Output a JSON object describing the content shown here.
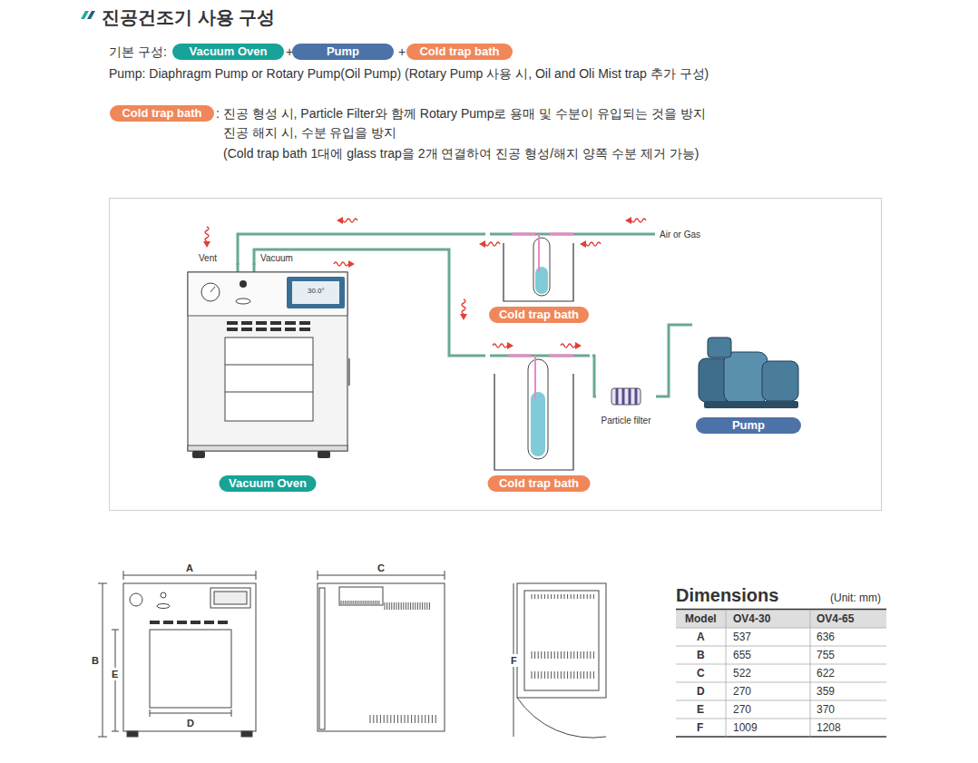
{
  "diagram": {
    "title": "진공건조기 사용 구성",
    "nodes": [
      {
        "text": [
          "Vacuum Oven"
        ]
      },
      {
        "text": [
          "Pump"
        ]
      },
      {
        "text": [
          "Cold trap bath"
        ]
      },
      {
        "text": [
          "Cold trap bath"
        ]
      },
      {
        "text": [
          "Vacuum Oven"
        ]
      },
      {
        "text": [
          "Cold trap bath"
        ]
      },
      {
        "text": [
          "Cold trap bath"
        ]
      },
      {
        "text": [
          "Particle filter"
        ]
      },
      {
        "text": [
          "Pump"
        ]
      }
    ],
    "edges": [
      {
        "from": 5,
        "to": 4,
        "arrow": "none"
      },
      {
        "from": 4,
        "to": 6,
        "arrow": "none"
      },
      {
        "from": 6,
        "to": 7,
        "arrow": "none"
      },
      {
        "from": 7,
        "to": 8,
        "arrow": "none"
      }
    ],
    "labels": [
      "기본 구성:",
      "+",
      "+",
      "Pump: Diaphragm Pump or Rotary Pump(Oil Pump) (Rotary Pump 사용 시, Oil and Oli Mist trap 추가 구성)",
      ": 진공 형성 시, Particle Filter와 함께 Rotary Pump로 용매 및 수분이 유입되는 것을 방지",
      "진공 해지 시, 수분 유입을 방지",
      "(Cold trap bath 1대에 glass trap을 2개 연결하여 진공 형성/해지 양쪽 수분 제거 가능)",
      "Vent",
      "Vacuum",
      "30.0°",
      "Air or Gas",
      "A",
      "B",
      "E",
      "D",
      "C",
      "F",
      "Dimensions",
      "(Unit: mm)",
      "Model",
      "OV4-30",
      "OV4-65",
      "A",
      "537",
      "636",
      "B",
      "655",
      "755",
      "C",
      "522",
      "622",
      "D",
      "270",
      "359",
      "E",
      "270",
      "370",
      "F",
      "1009",
      "1208"
    ]
  }
}
